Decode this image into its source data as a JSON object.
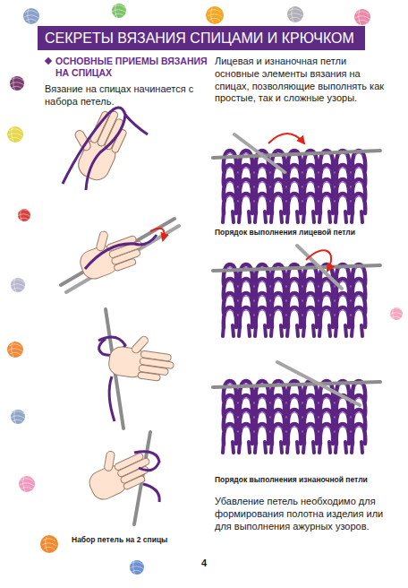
{
  "diagram": {
    "title": "СЕКРЕТЫ ВЯЗАНИЯ СПИЦАМИ И КРЮЧКОМ",
    "labels": [
      "ОСНОВНЫЕ ПРИЕМЫ ВЯЗАНИЯ НА СПИЦАХ",
      "Вязание на спицах начинается с набора петель.",
      "Лицевая и изнаночная петли основные элементы вязания на спицах, позволяющие выполнять как простые, так и сложные узоры.",
      "Порядок выполнения лицевой петли",
      "Порядок выполнения изнаночной петли",
      "Убавление петель необходимо для формирования полотна изделия или для выполнения ажурных узоров.",
      "Набор петель на 2 спицы",
      "4"
    ]
  }
}
